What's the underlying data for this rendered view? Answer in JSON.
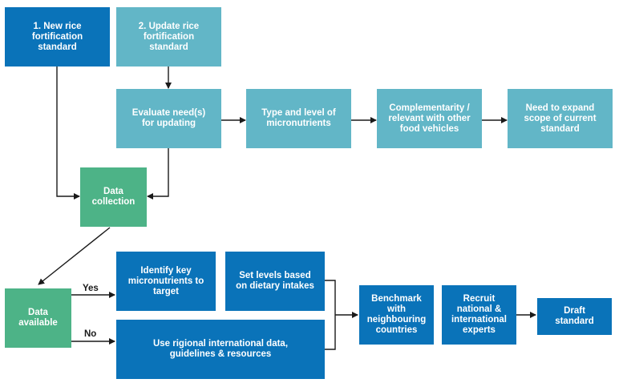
{
  "nodes": {
    "new_standard": "1. New rice\nfortification\nstandard",
    "update_standard": "2. Update rice\nfortification\nstandard",
    "evaluate_needs": "Evaluate need(s)\nfor updating",
    "type_level": "Type and level of\nmicronutrients",
    "complementarity": "Complementarity /\nrelevant with other\nfood vehicles",
    "expand_scope": "Need to expand\nscope of current\nstandard",
    "data_collection": "Data\ncollection",
    "data_available": "Data\navailable",
    "identify_key": "Identify key\nmicronutrients to\ntarget",
    "set_levels": "Set levels based\non dietary intakes",
    "use_regional": "Use rigional international data,\nguidelines & resources",
    "benchmark": "Benchmark\nwith\nneighbouring\ncountries",
    "recruit": "Recruit\nnational &\ninternational\nexperts",
    "draft": "Draft\nstandard"
  },
  "edge_labels": {
    "yes": "Yes",
    "no": "No"
  },
  "colors": {
    "dark_blue": "#0a73b9",
    "light_blue": "#62b6c7",
    "green": "#4db387",
    "arrow": "#1a1a1a"
  }
}
